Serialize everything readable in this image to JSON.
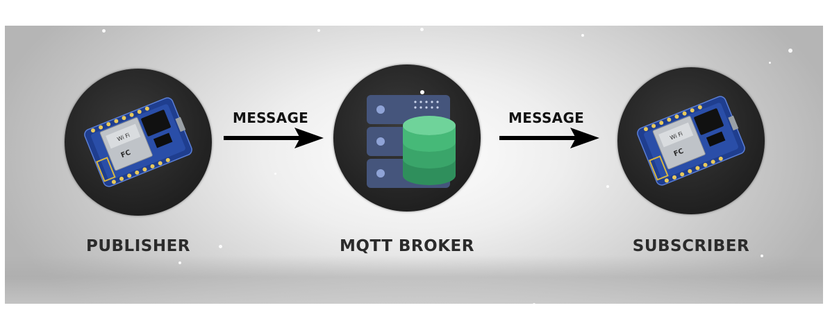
{
  "nodes": {
    "publisher": {
      "label": "PUBLISHER"
    },
    "broker": {
      "label": "MQTT BROKER"
    },
    "subscriber": {
      "label": "SUBSCRIBER"
    }
  },
  "arrows": {
    "left": {
      "label": "MESSAGE"
    },
    "right": {
      "label": "MESSAGE"
    }
  },
  "icons": {
    "publisher": "wemos-d1-mini-board-icon",
    "broker": "server-database-icon",
    "subscriber": "wemos-d1-mini-board-icon"
  },
  "colors": {
    "circle": "#262626",
    "board": "#1f3e8f",
    "server": "#45557c",
    "database": "#3aa56a"
  }
}
